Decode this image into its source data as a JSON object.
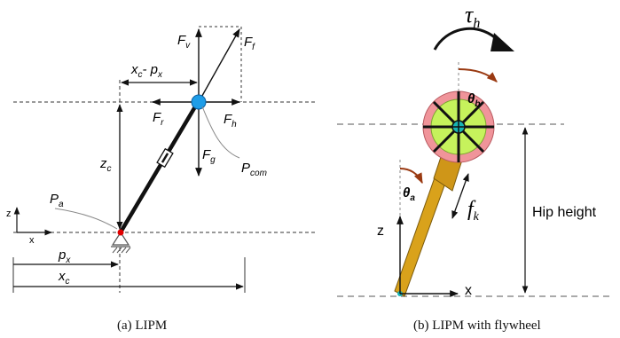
{
  "left_diagram": {
    "force_v": "F",
    "force_v_sub": "v",
    "force_f": "F",
    "force_f_sub": "f",
    "dist_top": "x",
    "dist_top_sub1": "c",
    "dist_top_mid": "- p",
    "dist_top_sub2": "x",
    "force_r": "F",
    "force_r_sub": "r",
    "force_h": "F",
    "force_h_sub": "h",
    "zc": "z",
    "zc_sub": "c",
    "force_g": "F",
    "force_g_sub": "g",
    "pcom": "P",
    "pcom_sub": "com",
    "pa": "P",
    "pa_sub": "a",
    "axis_z": "z",
    "axis_x": "x",
    "px": "p",
    "px_sub": "x",
    "xc": "x",
    "xc_sub": "c",
    "caption": "(a)  LIPM"
  },
  "right_diagram": {
    "tau": "τ",
    "tau_sub": "h",
    "theta_b": "θ",
    "theta_b_sub": "b",
    "theta_a": "θ",
    "theta_a_sub": "a",
    "fk": "f",
    "fk_sub": "k",
    "axis_z": "z",
    "axis_x": "x",
    "hip_height": "Hip height",
    "caption": "(b)  LIPM with flywheel"
  },
  "colors": {
    "ink": "#111111",
    "guide": "#555555",
    "com_fill": "#1e9de8",
    "contact_red": "#e00000",
    "gold_rod": "#d9a21b",
    "wheel_outer": "#f0949a",
    "wheel_inner": "#c6f25c",
    "hub": "#17b4b4",
    "curve_brown": "#9a3a12"
  }
}
